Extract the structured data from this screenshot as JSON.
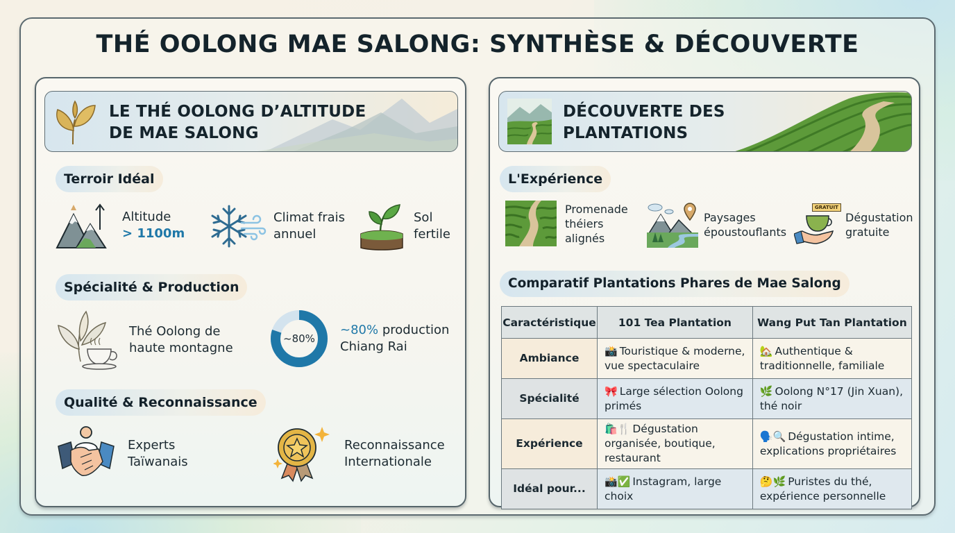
{
  "title": "THÉ OOLONG MAE SALONG: SYNTHÈSE & DÉCOUVERTE",
  "left_panel": {
    "banner": {
      "line1": "LE THÉ OOLONG D’ALTITUDE",
      "line2": "DE MAE SALONG",
      "icon": "golden-tea-leaf-icon"
    },
    "terroir": {
      "heading": "Terroir Idéal",
      "items": [
        {
          "icon": "mountain-altitude-icon",
          "line1": "Altitude",
          "line2": "> 1100m"
        },
        {
          "icon": "snowflake-wind-icon",
          "line1": "Climat frais",
          "line2": "annuel"
        },
        {
          "icon": "soil-sprout-icon",
          "line1": "Sol",
          "line2": "fertile"
        }
      ]
    },
    "specialite": {
      "heading": "Spécialité & Production",
      "items": [
        {
          "icon": "tea-leaves-cup-icon",
          "line1": "Thé Oolong de",
          "line2": "haute montagne"
        },
        {
          "icon": "donut-chart-icon",
          "donut_label": "~80%",
          "donut_value": 80,
          "accent": "~80%",
          "line1_rest": " production",
          "line2": "Chiang Rai"
        }
      ]
    },
    "qualite": {
      "heading": "Qualité & Reconnaissance",
      "items": [
        {
          "icon": "handshake-expert-icon",
          "line1": "Experts",
          "line2": "Taïwanais"
        },
        {
          "icon": "award-medal-icon",
          "line1": "Reconnaissance",
          "line2": "Internationale"
        }
      ]
    }
  },
  "right_panel": {
    "banner": {
      "line1": "DÉCOUVERTE DES",
      "line2": "PLANTATIONS",
      "icon": "tea-hills-landscape-icon"
    },
    "experience": {
      "heading": "L'Expérience",
      "items": [
        {
          "icon": "tea-rows-path-icon",
          "lines": [
            "Promenade",
            "théiers",
            "alignés"
          ]
        },
        {
          "icon": "landscape-pin-icon",
          "lines": [
            "Paysages",
            "époustouflants"
          ]
        },
        {
          "icon": "free-tasting-cup-icon",
          "badge": "GRATUIT",
          "lines": [
            "Dégustation",
            "gratuite"
          ]
        }
      ]
    },
    "comparatif": {
      "heading": "Comparatif Plantations Phares de Mae Salong",
      "columns": [
        "Caractéristique",
        "101 Tea Plantation",
        "Wang Put Tan Plantation"
      ],
      "rows": [
        {
          "label": "Ambiance",
          "c1_emoji": "📸",
          "c1": "Touristique & moderne, vue spectaculaire",
          "c2_emoji": "🏡",
          "c2": "Authentique & traditionnelle, familiale"
        },
        {
          "label": "Spécialité",
          "c1_emoji": "🎀",
          "c1": "Large sélection Oolong primés",
          "c2_emoji": "🌿",
          "c2": "Oolong N°17 (Jin Xuan), thé noir"
        },
        {
          "label": "Expérience",
          "c1_emoji": "🛍️🍴",
          "c1": "Dégustation organisée, boutique, restaurant",
          "c2_emoji": "🗣️🔍",
          "c2": "Dégustation intime, explications propriétaires"
        },
        {
          "label": "Idéal pour...",
          "c1_emoji": "📸✅",
          "c1": "Instagram, large choix",
          "c2_emoji": "🤔🌿",
          "c2": "Puristes du thé, expérience personnelle"
        }
      ]
    }
  },
  "colors": {
    "accent_blue": "#1f78a8",
    "donut_light": "#d3e3ee",
    "title_dark": "#14232b",
    "border": "#5c6a70"
  }
}
